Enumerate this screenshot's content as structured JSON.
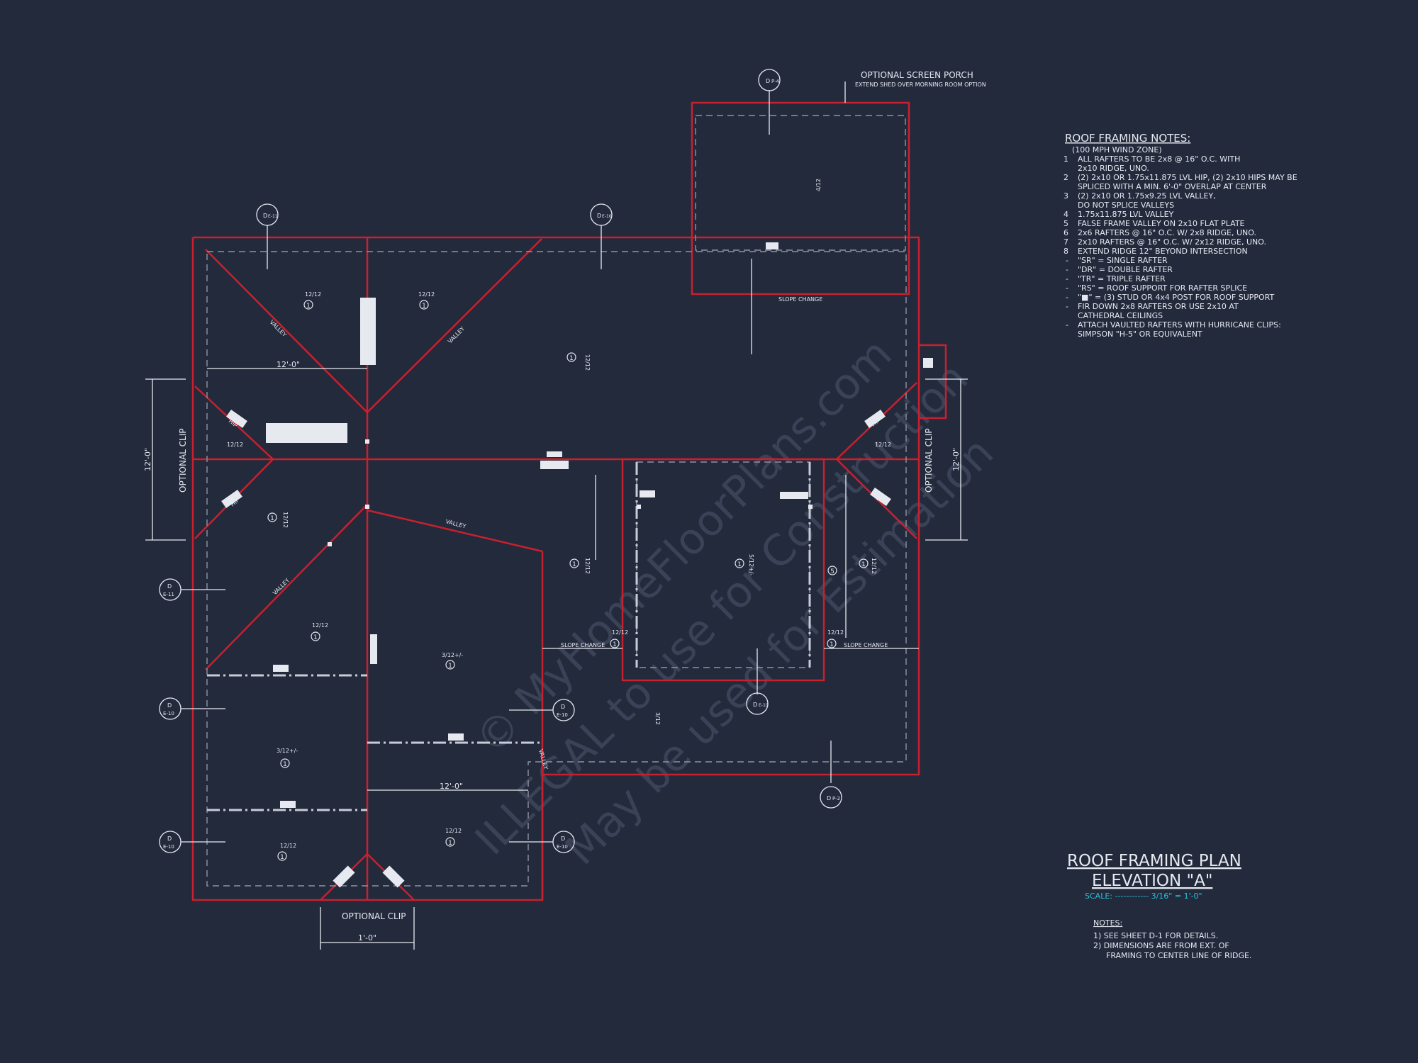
{
  "colors": {
    "background": "#232a3c",
    "wall_red": "#c8202e",
    "lines": "#e6e9f0",
    "dashed": "#8d93a3",
    "scale_cyan": "#27c1d8",
    "watermark": "#3a4257"
  },
  "watermark": {
    "line1": "© MyHomeFloorPlans.com",
    "line2": "ILLEGAL to use for Construction",
    "line3": "May be used for Estimation"
  },
  "callouts": {
    "screen_porch_title": "OPTIONAL SCREEN PORCH",
    "screen_porch_sub": "EXTEND SHED OVER MORNING ROOM OPTION",
    "optional_clip": "OPTIONAL CLIP",
    "slope_change": "SLOPE CHANGE",
    "valley": "VALLEY",
    "hip": "HIP"
  },
  "dimensions": {
    "d_12_0": "12'-0\"",
    "d_1_0": "1'-0\""
  },
  "pitches": {
    "p12_12": "12/12",
    "p4_12": "4/12",
    "p3_12": "3/12",
    "p3_12_approx": "3/12+/-",
    "p5_12_approx": "5/12+/-"
  },
  "markers": {
    "one": "1",
    "five": "5"
  },
  "section_tags": {
    "d": "D",
    "e10": "E-10",
    "e11": "E-11",
    "p4": "P-4",
    "p2": "P-2"
  },
  "framing_notes": {
    "title": "ROOF FRAMING NOTES:",
    "wind_zone": "(100 MPH WIND ZONE)",
    "numbered": [
      {
        "num": "1",
        "text": "ALL RAFTERS TO BE 2x8 @ 16\" O.C. WITH"
      },
      {
        "num": "",
        "text": "2x10 RIDGE, UNO."
      },
      {
        "num": "2",
        "text": "(2) 2x10 OR 1.75x11.875 LVL HIP, (2) 2x10 HIPS MAY BE"
      },
      {
        "num": "",
        "text": "SPLICED WITH A MIN. 6'-0\" OVERLAP AT CENTER"
      },
      {
        "num": "3",
        "text": "(2) 2x10 OR 1.75x9.25 LVL VALLEY,"
      },
      {
        "num": "",
        "text": "DO NOT SPLICE VALLEYS"
      },
      {
        "num": "4",
        "text": "1.75x11.875 LVL VALLEY"
      },
      {
        "num": "5",
        "text": "FALSE FRAME VALLEY ON 2x10 FLAT PLATE"
      },
      {
        "num": "6",
        "text": "2x6 RAFTERS @ 16\" O.C. W/ 2x8 RIDGE, UNO."
      },
      {
        "num": "7",
        "text": "2x10 RAFTERS @ 16\" O.C. W/ 2x12 RIDGE, UNO."
      },
      {
        "num": "8",
        "text": "EXTEND RIDGE 12\" BEYOND INTERSECTION"
      }
    ],
    "dashed": [
      "\"SR\" = SINGLE RAFTER",
      "\"DR\" = DOUBLE RAFTER",
      "\"TR\" = TRIPLE RAFTER",
      "\"RS\" = ROOF SUPPORT FOR RAFTER SPLICE",
      "\"■\"  = (3) STUD OR 4x4 POST FOR ROOF SUPPORT",
      "FIR DOWN 2x8 RAFTERS OR USE 2x10 AT",
      "CATHEDRAL CEILINGS",
      "ATTACH VAULTED RAFTERS WITH HURRICANE CLIPS:",
      "SIMPSON \"H-5\" OR EQUIVALENT"
    ]
  },
  "title_block": {
    "title": "ROOF FRAMING PLAN",
    "subtitle": "ELEVATION \"A\"",
    "scale": "SCALE: ------------ 3/16\" = 1'-0\""
  },
  "plan_notes": {
    "heading": "NOTES:",
    "items": [
      "1)  SEE SHEET D-1 FOR DETAILS.",
      "2)  DIMENSIONS ARE FROM EXT. OF",
      "FRAMING TO CENTER LINE OF RIDGE."
    ]
  }
}
